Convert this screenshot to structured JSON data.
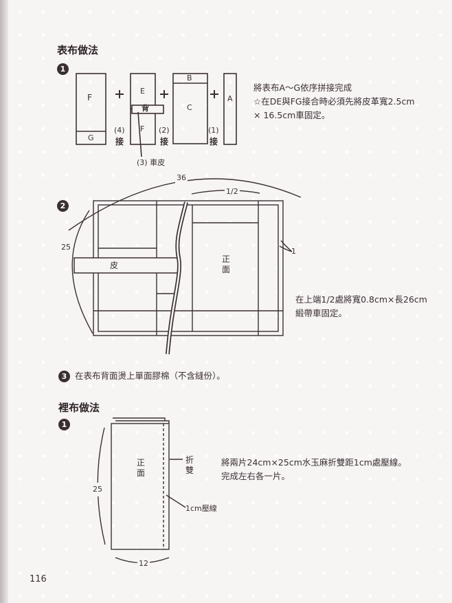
{
  "outer_heading": "表布做法",
  "inner_heading": "裡布做法",
  "step_numbers": {
    "s1": "1",
    "s2": "2",
    "s3": "3",
    "s4": "1"
  },
  "diagram1": {
    "panel_f": "F",
    "panel_g": "G",
    "panel_e": "E",
    "panel_bei": "背",
    "panel_f2": "F",
    "panel_b": "B",
    "panel_c": "C",
    "panel_a": "A",
    "plus": "+",
    "join4_num": "(4)",
    "join2_num": "(2)",
    "join1_num": "(1)",
    "join_char": "接",
    "leather_note": "(3) 車皮",
    "instruction_line1": "將表布A～G依序拼接完成",
    "instruction_line2": "☆在DE與FG接合時必須先將皮革寬2.5cm",
    "instruction_line3": "× 16.5cm車固定。"
  },
  "diagram2": {
    "dim_width": "36",
    "dim_half": "1/2",
    "dim_height": "25",
    "dim_right": "1",
    "leather_label": "皮",
    "front_label_1": "正",
    "front_label_2": "面",
    "instruction_line1": "在上端1/2處將寬0.8cm×長26cm",
    "instruction_line2": "緞帶車固定。"
  },
  "step3_text": "在表布背面燙上單面膠棉（不含縫份）。",
  "lining": {
    "front_label_1": "正",
    "front_label_2": "面",
    "fold_label_1": "折",
    "fold_label_2": "雙",
    "dim_height": "25",
    "dim_width": "12",
    "stitch_label": "1cm壓線",
    "instruction_line1": "將兩片24cm×25cm水玉麻折雙距1cm處壓線。",
    "instruction_line2": "完成左右各一片。"
  },
  "page_number": "116"
}
